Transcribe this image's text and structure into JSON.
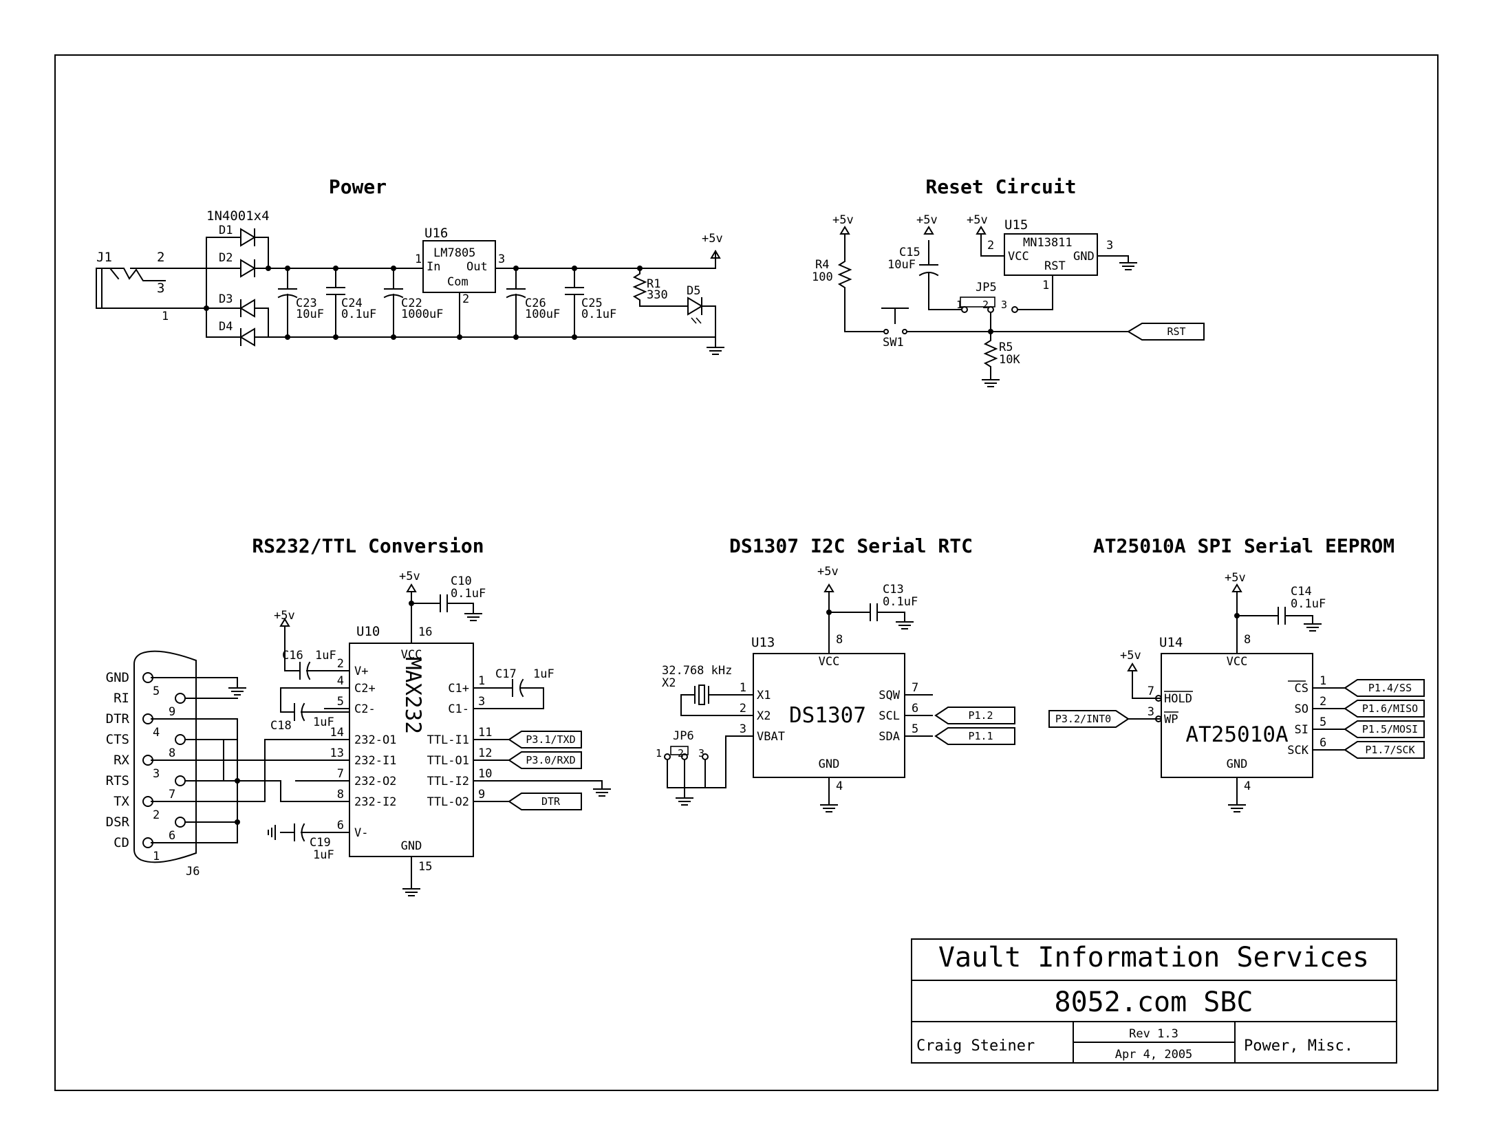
{
  "headings": {
    "power": "Power",
    "reset": "Reset Circuit",
    "rs232": "RS232/TTL Conversion",
    "rtc": "DS1307 I2C Serial RTC",
    "eeprom": "AT25010A SPI Serial EEPROM"
  },
  "title_block": {
    "company": "Vault Information Services",
    "project": "8052.com SBC",
    "author": "Craig Steiner",
    "revision": "Rev 1.3",
    "date": "Apr 4, 2005",
    "sheet": "Power, Misc."
  },
  "power": {
    "j1": "J1",
    "j1_pin2": "2",
    "j1_pin3": "3",
    "j1_pin1": "1",
    "diode_note": "1N4001x4",
    "d1": "D1",
    "d2": "D2",
    "d3": "D3",
    "d4": "D4",
    "c23": "C23",
    "c23_val": "10uF",
    "c24": "C24",
    "c24_val": "0.1uF",
    "c22": "C22",
    "c22_val": "1000uF",
    "u16": "U16",
    "u16_part": "LM7805",
    "u16_in": "In",
    "u16_out": "Out",
    "u16_com": "Com",
    "u16_p1": "1",
    "u16_p2": "2",
    "u16_p3": "3",
    "c26": "C26",
    "c26_val": "100uF",
    "c25": "C25",
    "c25_val": "0.1uF",
    "r1": "R1",
    "r1_val": "330",
    "d5": "D5",
    "vcc": "+5v"
  },
  "reset": {
    "vcc": "+5v",
    "r4": "R4",
    "r4_val": "100",
    "c15": "C15",
    "c15_val": "10uF",
    "u15": "U15",
    "u15_part": "MN13811",
    "u15_vcc": "VCC",
    "u15_rst": "RST",
    "u15_gnd": "GND",
    "u15_p1": "1",
    "u15_p2": "2",
    "u15_p3": "3",
    "jp5": "JP5",
    "jp5_p1": "1",
    "jp5_p2": "2",
    "jp5_p3": "3",
    "sw1": "SW1",
    "r5": "R5",
    "r5_val": "10K",
    "rst_net": "RST"
  },
  "rs232": {
    "vcc": "+5v",
    "c10": "C10",
    "c10_val": "0.1uF",
    "u10": "U10",
    "u10_part": "MAX232",
    "u10_vcc": "VCC",
    "u10_gnd": "GND",
    "pin16": "16",
    "pin15": "15",
    "c16": "C16",
    "c16_val": "1uF",
    "c17": "C17",
    "c17_val": "1uF",
    "c18": "C18",
    "c18_val": "1uF",
    "c19": "C19",
    "c19_val": "1uF",
    "left_pins": [
      {
        "num": "2",
        "name": "V+"
      },
      {
        "num": "4",
        "name": "C2+"
      },
      {
        "num": "5",
        "name": "C2-"
      },
      {
        "num": "14",
        "name": "232-O1"
      },
      {
        "num": "13",
        "name": "232-I1"
      },
      {
        "num": "7",
        "name": "232-O2"
      },
      {
        "num": "8",
        "name": "232-I2"
      },
      {
        "num": "6",
        "name": "V-"
      }
    ],
    "right_pins": [
      {
        "num": "1",
        "name": "C1+"
      },
      {
        "num": "3",
        "name": "C1-"
      },
      {
        "num": "11",
        "name": "TTL-I1",
        "net": "P3.1/TXD"
      },
      {
        "num": "12",
        "name": "TTL-O1",
        "net": "P3.0/RXD"
      },
      {
        "num": "10",
        "name": "TTL-I2"
      },
      {
        "num": "9",
        "name": "TTL-O2",
        "net": "DTR"
      }
    ],
    "j6": "J6",
    "db9": [
      {
        "label": "GND",
        "num": "5"
      },
      {
        "label": "RI",
        "num": "9"
      },
      {
        "label": "DTR",
        "num": "4"
      },
      {
        "label": "CTS",
        "num": "8"
      },
      {
        "label": "RX",
        "num": "3"
      },
      {
        "label": "RTS",
        "num": "7"
      },
      {
        "label": "TX",
        "num": "2"
      },
      {
        "label": "DSR",
        "num": "6"
      },
      {
        "label": "CD",
        "num": "1"
      }
    ]
  },
  "rtc": {
    "vcc": "+5v",
    "c13": "C13",
    "c13_val": "0.1uF",
    "u13": "U13",
    "u13_part": "DS1307",
    "u13_vcc": "VCC",
    "u13_gnd": "GND",
    "pin8": "8",
    "pin4": "4",
    "crystal": "32.768 kHz",
    "x2": "X2",
    "left_pins": [
      {
        "num": "1",
        "name": "X1"
      },
      {
        "num": "2",
        "name": "X2"
      },
      {
        "num": "3",
        "name": "VBAT"
      }
    ],
    "right_pins": [
      {
        "num": "7",
        "name": "SQW"
      },
      {
        "num": "6",
        "name": "SCL",
        "net": "P1.2"
      },
      {
        "num": "5",
        "name": "SDA",
        "net": "P1.1"
      }
    ],
    "jp6": "JP6",
    "jp6_p1": "1",
    "jp6_p2": "2",
    "jp6_p3": "3"
  },
  "eeprom": {
    "vcc": "+5v",
    "vcc2": "+5v",
    "c14": "C14",
    "c14_val": "0.1uF",
    "u14": "U14",
    "u14_part": "AT25010A",
    "u14_vcc": "VCC",
    "u14_gnd": "GND",
    "pin8": "8",
    "pin4": "4",
    "left_pins": [
      {
        "num": "7",
        "name": "HOLD"
      },
      {
        "num": "3",
        "name": "WP",
        "net": "P3.2/INT0"
      }
    ],
    "right_pins": [
      {
        "num": "1",
        "name": "CS",
        "net": "P1.4/SS"
      },
      {
        "num": "2",
        "name": "SO",
        "net": "P1.6/MISO"
      },
      {
        "num": "5",
        "name": "SI",
        "net": "P1.5/MOSI"
      },
      {
        "num": "6",
        "name": "SCK",
        "net": "P1.7/SCK"
      }
    ]
  }
}
